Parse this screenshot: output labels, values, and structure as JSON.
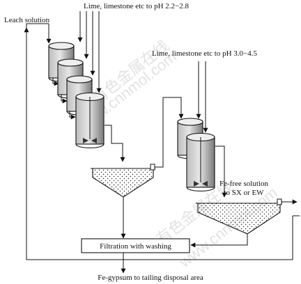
{
  "labels": {
    "reagent_stage1": "Lime, limestone etc to pH 2.2−2.8",
    "leach_solution": "Leach solution",
    "reagent_stage2": "Lime, limestone etc to pH 3.0−4.5",
    "product_line1": "Fe-free solution",
    "product_line2": "to SX or EW",
    "filtration": "Filtration with washing",
    "gypsum_output": "Fe-gypsum to tailing disposal area"
  },
  "watermark": {
    "top": "有色金属在线",
    "top_url": "www.cnnmol.com",
    "bottom": "有色金属在线",
    "bottom_url": "www.cnnmol.com"
  },
  "colors": {
    "tank_gradient": [
      "#cfcfcf",
      "#8c8c8c"
    ],
    "line": "#111111"
  }
}
